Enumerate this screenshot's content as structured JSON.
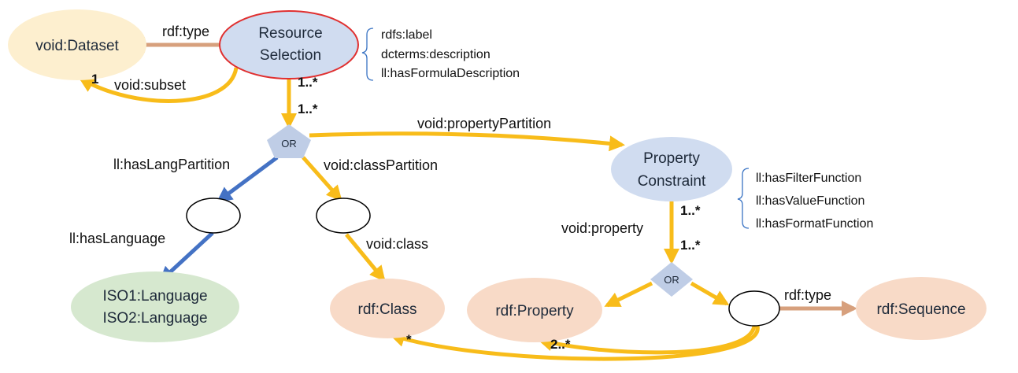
{
  "nodes": {
    "dataset": "void:Dataset",
    "resource_selection": [
      "Resource",
      "Selection"
    ],
    "or_top": "OR",
    "or_bottom": "OR",
    "property_constraint": [
      "Property",
      "Constraint"
    ],
    "iso_language": [
      "ISO1:Language",
      "ISO2:Language"
    ],
    "rdf_class": "rdf:Class",
    "rdf_property": "rdf:Property",
    "rdf_sequence": "rdf:Sequence"
  },
  "edges": {
    "rdf_type_top": "rdf:type",
    "void_subset": "void:subset",
    "void_property_partition": "void:propertyPartition",
    "ll_has_lang_partition": "ll:hasLangPartition",
    "void_class_partition": "void:classPartition",
    "ll_has_language": "ll:hasLanguage",
    "void_class": "void:class",
    "void_property": "void:property",
    "rdf_type_bottom": "rdf:type"
  },
  "multiplicities": {
    "subset_one": "1",
    "rs_source": "1..*",
    "rs_target": "1..*",
    "pc_source": "1..*",
    "pc_target": "1..*",
    "class_star": "*",
    "property_two_star": "2..*"
  },
  "annotations": {
    "resource_selection": [
      "rdfs:label",
      "dcterms:description",
      "ll:hasFormulaDescription"
    ],
    "property_constraint": [
      "ll:hasFilterFunction",
      "ll:hasValueFunction",
      "ll:hasFormatFunction"
    ]
  },
  "colors": {
    "yellow_arrow": "#f8bc1a",
    "blue_arrow": "#4472c4",
    "brown_arrow": "#d7a07d",
    "blue_node": "#d0dcf0",
    "peach_node": "#f8dac7",
    "green_node": "#d6e8cf",
    "cream_node": "#fdefcf",
    "red_outline": "#e03030"
  }
}
